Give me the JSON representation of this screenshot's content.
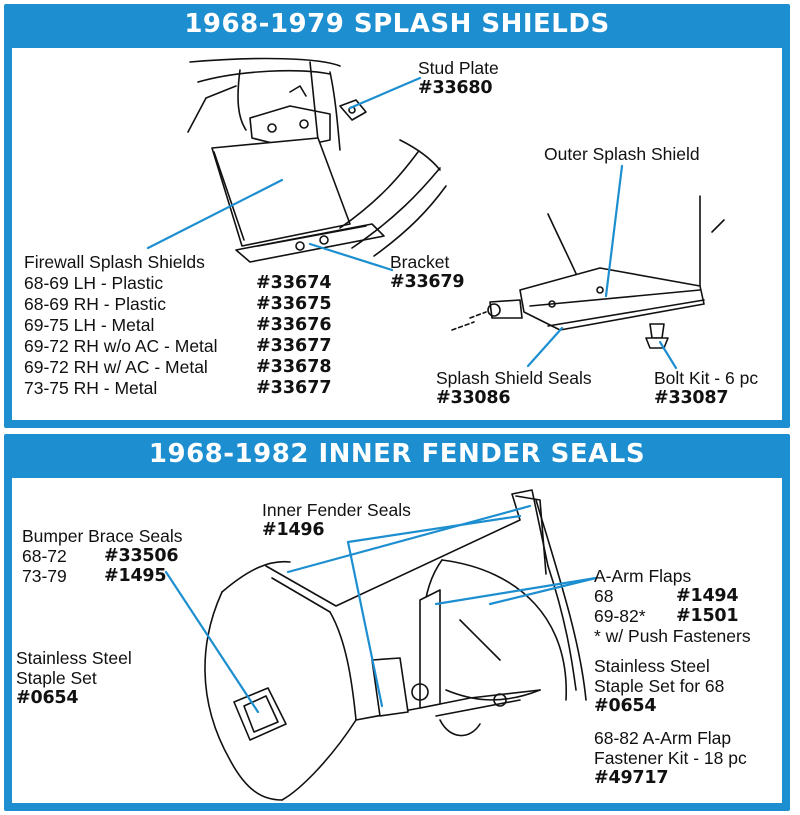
{
  "colors": {
    "panel": "#1d8fd0",
    "leader": "#1d8fd0",
    "line_art": "#111111"
  },
  "splash": {
    "title": "1968-1979 SPLASH SHIELDS",
    "stud_plate": {
      "label": "Stud Plate",
      "part": "#33680"
    },
    "outer_shield": {
      "label": "Outer Splash Shield"
    },
    "firewall": {
      "heading": "Firewall Splash Shields",
      "items": [
        {
          "desc": "68-69 LH - Plastic",
          "part": "#33674"
        },
        {
          "desc": "68-69 RH - Plastic",
          "part": "#33675"
        },
        {
          "desc": "69-75 LH - Metal",
          "part": "#33676"
        },
        {
          "desc": "69-72 RH w/o AC - Metal",
          "part": "#33677"
        },
        {
          "desc": "69-72 RH w/ AC - Metal",
          "part": "#33678"
        },
        {
          "desc": "73-75 RH - Metal",
          "part": "#33677"
        }
      ]
    },
    "bracket": {
      "label": "Bracket",
      "part": "#33679"
    },
    "seals": {
      "label": "Splash Shield Seals",
      "part": "#33086"
    },
    "bolt_kit": {
      "label": "Bolt Kit - 6 pc",
      "part": "#33087"
    }
  },
  "fender": {
    "title": "1968-1982 INNER FENDER SEALS",
    "inner_seals": {
      "label": "Inner Fender Seals",
      "part": "#1496"
    },
    "bumper": {
      "heading": "Bumper Brace Seals",
      "items": [
        {
          "desc": "68-72",
          "part": "#33506"
        },
        {
          "desc": "73-79",
          "part": "#1495"
        }
      ]
    },
    "staple_set": {
      "line1": "Stainless Steel",
      "line2": "Staple Set",
      "part": "#0654"
    },
    "aarm": {
      "heading": "A-Arm Flaps",
      "items": [
        {
          "desc": "68",
          "part": "#1494"
        },
        {
          "desc": "69-82*",
          "part": "#1501"
        }
      ],
      "note": "* w/ Push Fasteners"
    },
    "staple_68": {
      "line1": "Stainless Steel",
      "line2": "Staple Set for 68",
      "part": "#0654"
    },
    "fastener_kit": {
      "line1": "68-82 A-Arm Flap",
      "line2": "Fastener Kit - 18 pc",
      "part": "#49717"
    }
  }
}
